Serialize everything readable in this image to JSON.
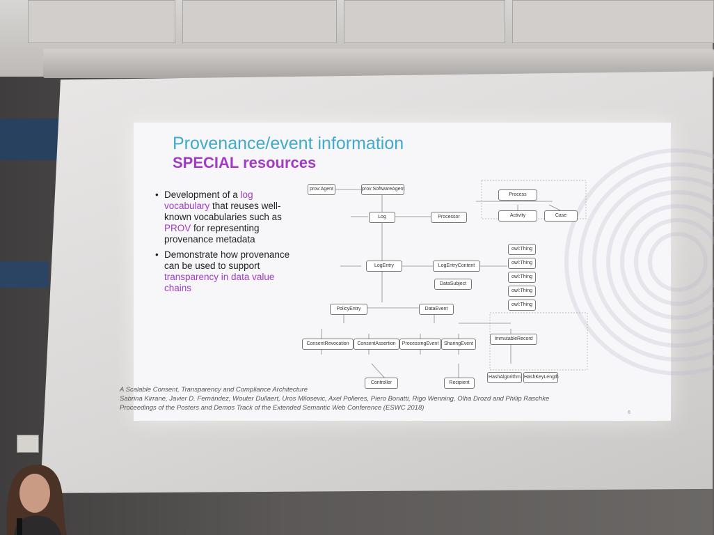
{
  "slide": {
    "title_line1": "Provenance/event information",
    "title_line2": "SPECIAL resources",
    "bullets": [
      {
        "parts": [
          "Development of a ",
          "log vocabulary",
          " that reuses well-known vocabularies such as ",
          "PROV",
          " for representing provenance metadata"
        ]
      },
      {
        "parts": [
          "Demonstrate how provenance can be used to support ",
          "transparency in data value chains"
        ]
      }
    ],
    "diagram_nodes": [
      "prov:Agent",
      "prov:SoftwareAgent",
      "Log",
      "Processor",
      "Process",
      "Activity",
      "Case",
      "LogEntry",
      "LogEntryContent",
      "DataSubject",
      "owl:Thing",
      "owl:Thing",
      "owl:Thing",
      "owl:Thing",
      "owl:Thing",
      "PolicyEntry",
      "DataEvent",
      "ConsentRevocation",
      "ConsentAssertion",
      "ProcessingEvent",
      "SharingEvent",
      "ImmutableRecord",
      "HashAlgorithm",
      "HashKeyLength",
      "Controller",
      "Recipient"
    ],
    "citation": [
      "A Scalable Consent, Transparency and Compliance Architecture",
      "Sabrina Kirrane, Javier D. Fernández, Wouter Dullaert, Uros Milosevic, Axel Polleres, Piero Bonatti, Rigo Wenning, Olha Drozd and Philip Raschke",
      "Proceedings of the Posters and Demos Track of the Extended Semantic Web Conference (ESWC 2018)"
    ],
    "page_number": "6"
  },
  "colors": {
    "title_blue": "#41a9c9",
    "accent_purple": "#a33bc7"
  }
}
